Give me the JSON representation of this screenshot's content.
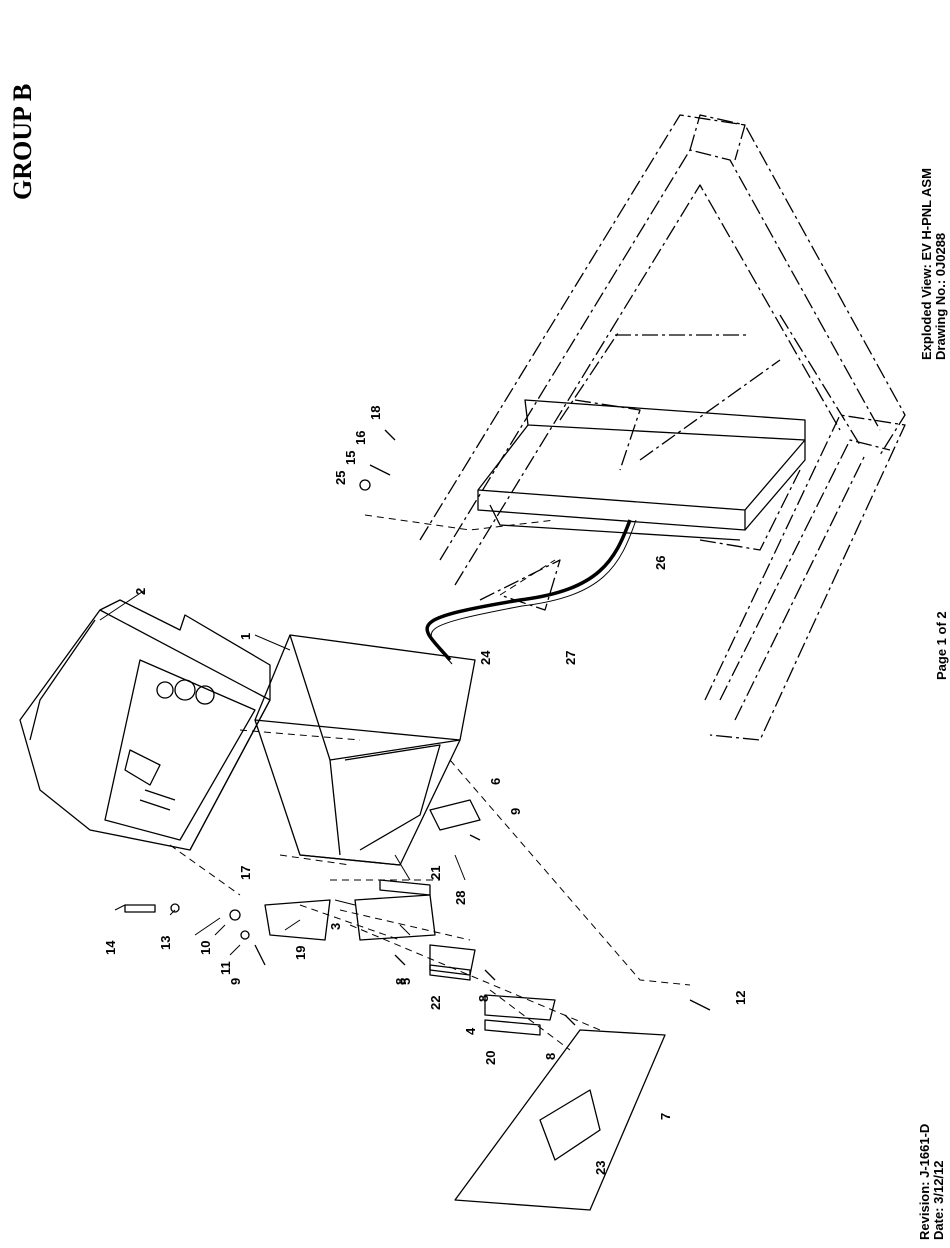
{
  "header": {
    "group_title": "GROUP B"
  },
  "drawing": {
    "line1": "Exploded View: EV H-PNL ASM",
    "line2": "Drawing No.: 0J0288"
  },
  "page": {
    "label": "Page 1 of 2"
  },
  "revision": {
    "line1": "Revision: J-1661-D",
    "line2": "Date: 3/12/12"
  },
  "callouts": {
    "c1": "1",
    "c2": "2",
    "c3": "3",
    "c4": "4",
    "c5": "5",
    "c6": "6",
    "c7": "7",
    "c8a": "8",
    "c8b": "8",
    "c8c": "8",
    "c9a": "9",
    "c9b": "9",
    "c10": "10",
    "c11": "11",
    "c12": "12",
    "c13": "13",
    "c14": "14",
    "c15": "15",
    "c16": "16",
    "c17": "17",
    "c18": "18",
    "c19": "19",
    "c20": "20",
    "c21": "21",
    "c22": "22",
    "c23": "23",
    "c24": "24",
    "c25": "25",
    "c26": "26",
    "c27": "27",
    "c28": "28"
  }
}
